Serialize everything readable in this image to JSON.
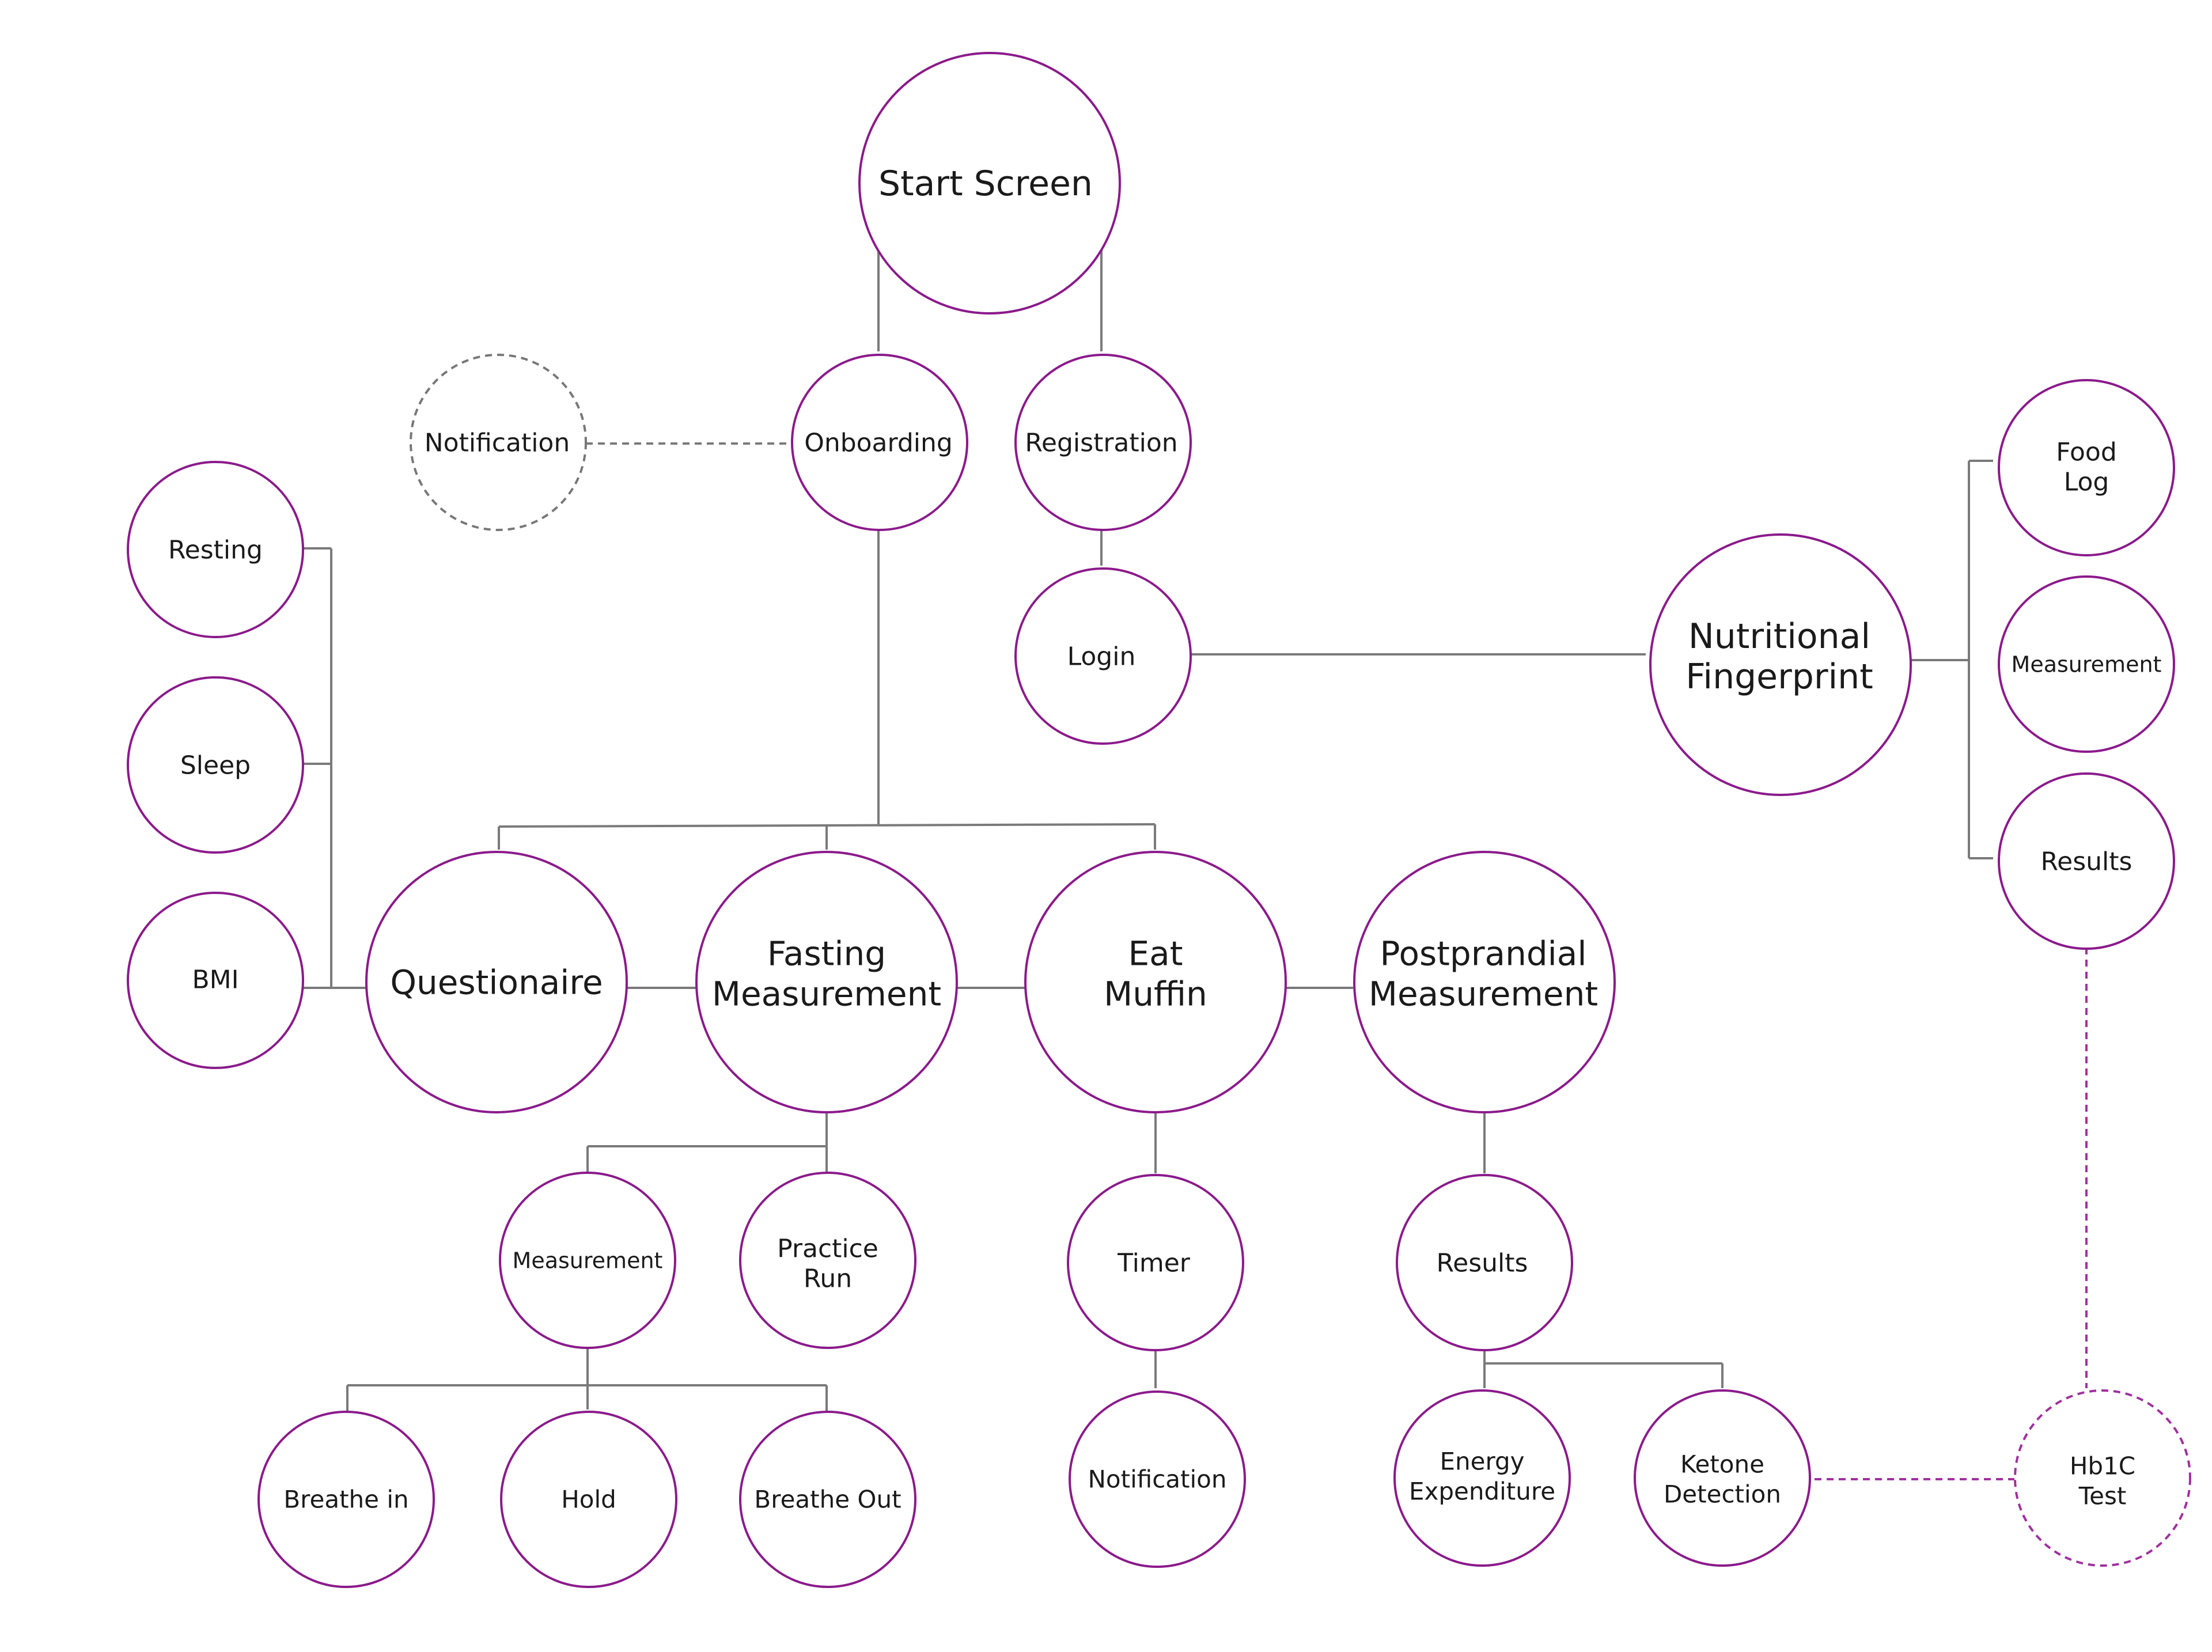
{
  "colors": {
    "node_stroke": "#8b1a8b",
    "dashed_node_stroke": "#777777",
    "connector": "#7a7a7a",
    "highlight_connector": "#a0309f",
    "background": "#ffffff"
  },
  "nodes": {
    "start_screen": [
      "Start Screen"
    ],
    "onboarding": [
      "Onboarding"
    ],
    "registration": [
      "Registration"
    ],
    "login": [
      "Login"
    ],
    "notification_top": [
      "Notification"
    ],
    "resting": [
      "Resting"
    ],
    "sleep": [
      "Sleep"
    ],
    "bmi": [
      "BMI"
    ],
    "questionaire": [
      "Questionaire"
    ],
    "fasting_measurement": [
      "Fasting",
      "Measurement"
    ],
    "eat_muffin": [
      "Eat",
      "Muffin"
    ],
    "postprandial_measurement": [
      "Postprandial",
      "Measurement"
    ],
    "nutritional_fingerprint": [
      "Nutritional",
      "Fingerprint"
    ],
    "food_log": [
      "Food",
      "Log"
    ],
    "nf_measurement": [
      "Measurement"
    ],
    "nf_results": [
      "Results"
    ],
    "fm_measurement": [
      "Measurement"
    ],
    "practice_run": [
      "Practice",
      "Run"
    ],
    "timer": [
      "Timer"
    ],
    "pp_results": [
      "Results"
    ],
    "breathe_in": [
      "Breathe in"
    ],
    "hold": [
      "Hold"
    ],
    "breathe_out": [
      "Breathe Out"
    ],
    "notification_bottom": [
      "Notification"
    ],
    "energy_expenditure": [
      "Energy",
      "Expenditure"
    ],
    "ketone_detection": [
      "Ketone",
      "Detection"
    ],
    "hb1c_test": [
      "Hb1C",
      "Test"
    ]
  }
}
